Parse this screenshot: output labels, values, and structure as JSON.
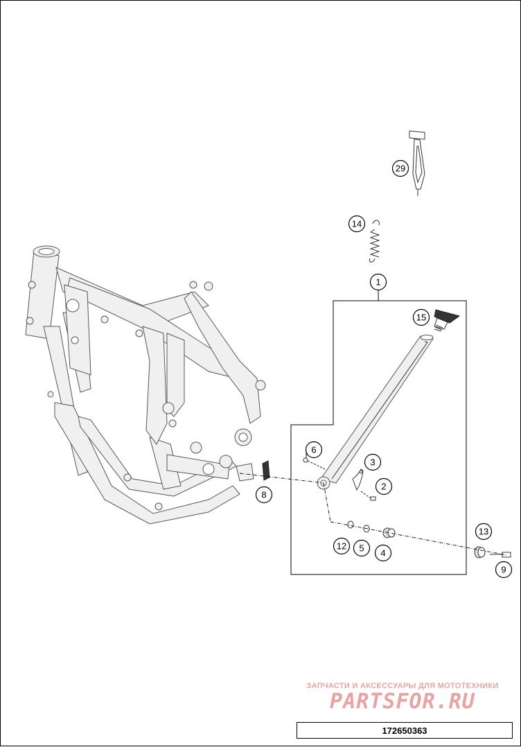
{
  "document_number": "172650363",
  "watermark": {
    "tagline": "ЗАПЧАСТИ И АКСЕССУАРЫ ДЛЯ МОТОТЕХНИКИ",
    "logo_text": "PARTSFOR.RU"
  },
  "callouts": {
    "c29": "29",
    "c14": "14",
    "c1": "1",
    "c15": "15",
    "c6": "6",
    "c3": "3",
    "c2": "2",
    "c8": "8",
    "c13": "13",
    "c12": "12",
    "c5": "5",
    "c4": "4",
    "c9": "9"
  }
}
